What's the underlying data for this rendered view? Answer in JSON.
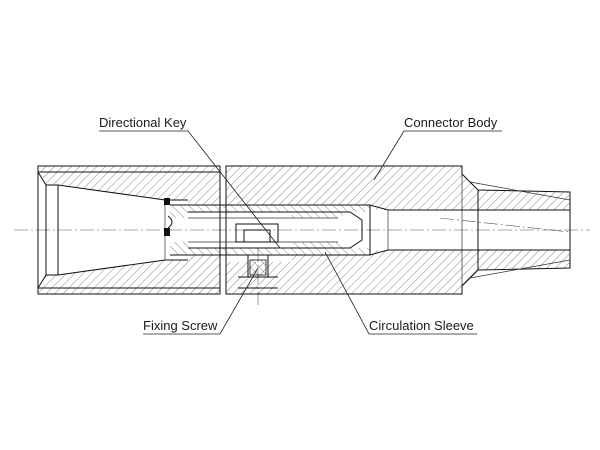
{
  "labels": {
    "directional_key": "Directional Key",
    "connector_body": "Connector Body",
    "fixing_screw": "Fixing Screw",
    "circulation_sleeve": "Circulation Sleeve"
  },
  "colors": {
    "line": "#111111",
    "background": "#ffffff"
  }
}
